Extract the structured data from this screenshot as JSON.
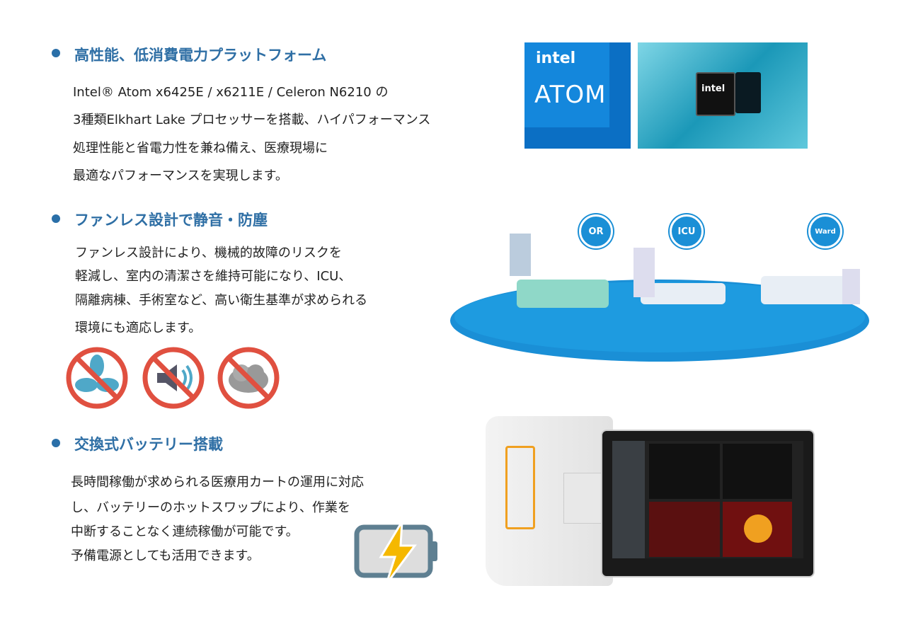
{
  "sections": [
    {
      "heading": "高性能、低消費電力プラットフォーム",
      "lines": [
        "Intel® Atom x6425E / x6211E / Celeron N6210 の",
        "3種類Elkhart Lake プロセッサーを搭載、ハイパフォーマンス",
        "処理性能と省電力性を兼ね備え、医療現場に",
        "最適なパフォーマンスを実現します。"
      ]
    },
    {
      "heading": "ファンレス設計で静音・防塵",
      "lines": [
        "ファンレス設計により、機械的故障のリスクを",
        "軽減し、室内の清潔さを維持可能になり、ICU、",
        "隔離病棟、手術室など、高い衛生基準が求められる",
        "環境にも適応します。"
      ]
    },
    {
      "heading": "交換式バッテリー搭載",
      "lines": [
        "長時間稼働が求められる医療用カートの運用に対応",
        "し、バッテリーのホットスワップにより、作業を",
        "中断することなく連続稼働が可能です。",
        "予備電源としても活用できます。"
      ]
    }
  ],
  "intel_logo": {
    "brand": "intel",
    "product": "ATOM"
  },
  "chip_label": "intel",
  "locations": [
    "OR",
    "ICU",
    "Ward"
  ],
  "colors": {
    "heading": "#2f6fa5",
    "intel_blue": "#0b6fc4",
    "floor": "#1a8fd6",
    "prohibit": "#e05040",
    "battery_bolt": "#f5b800"
  }
}
